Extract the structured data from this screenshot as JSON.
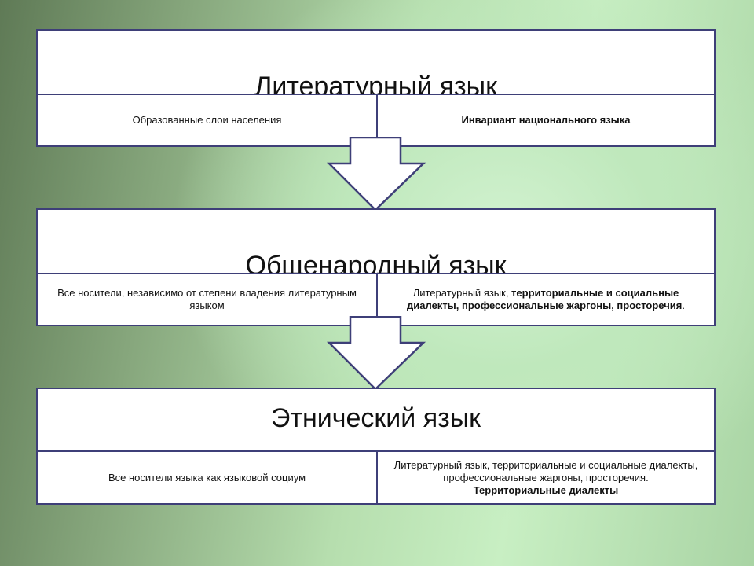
{
  "levels": [
    {
      "title": "Литературный язык",
      "left": "Образованные слои населения",
      "right_bold": "Инвариант национального языка"
    },
    {
      "title": "Общенародный язык",
      "left": "Все носители, независимо от степени владения литературным языком",
      "right_plain": "Литературный язык, ",
      "right_bold": "территориальные и социальные диалекты, профессиональные жаргоны, просторечия",
      "right_tail": "."
    },
    {
      "title": "Этнический язык",
      "left": "Все носители языка как языковой социум",
      "right_plain": "Литературный язык, территориальные и социальные диалекты, профессиональные жаргоны, просторечия.",
      "right_bold": "Территориальные диалекты"
    }
  ]
}
